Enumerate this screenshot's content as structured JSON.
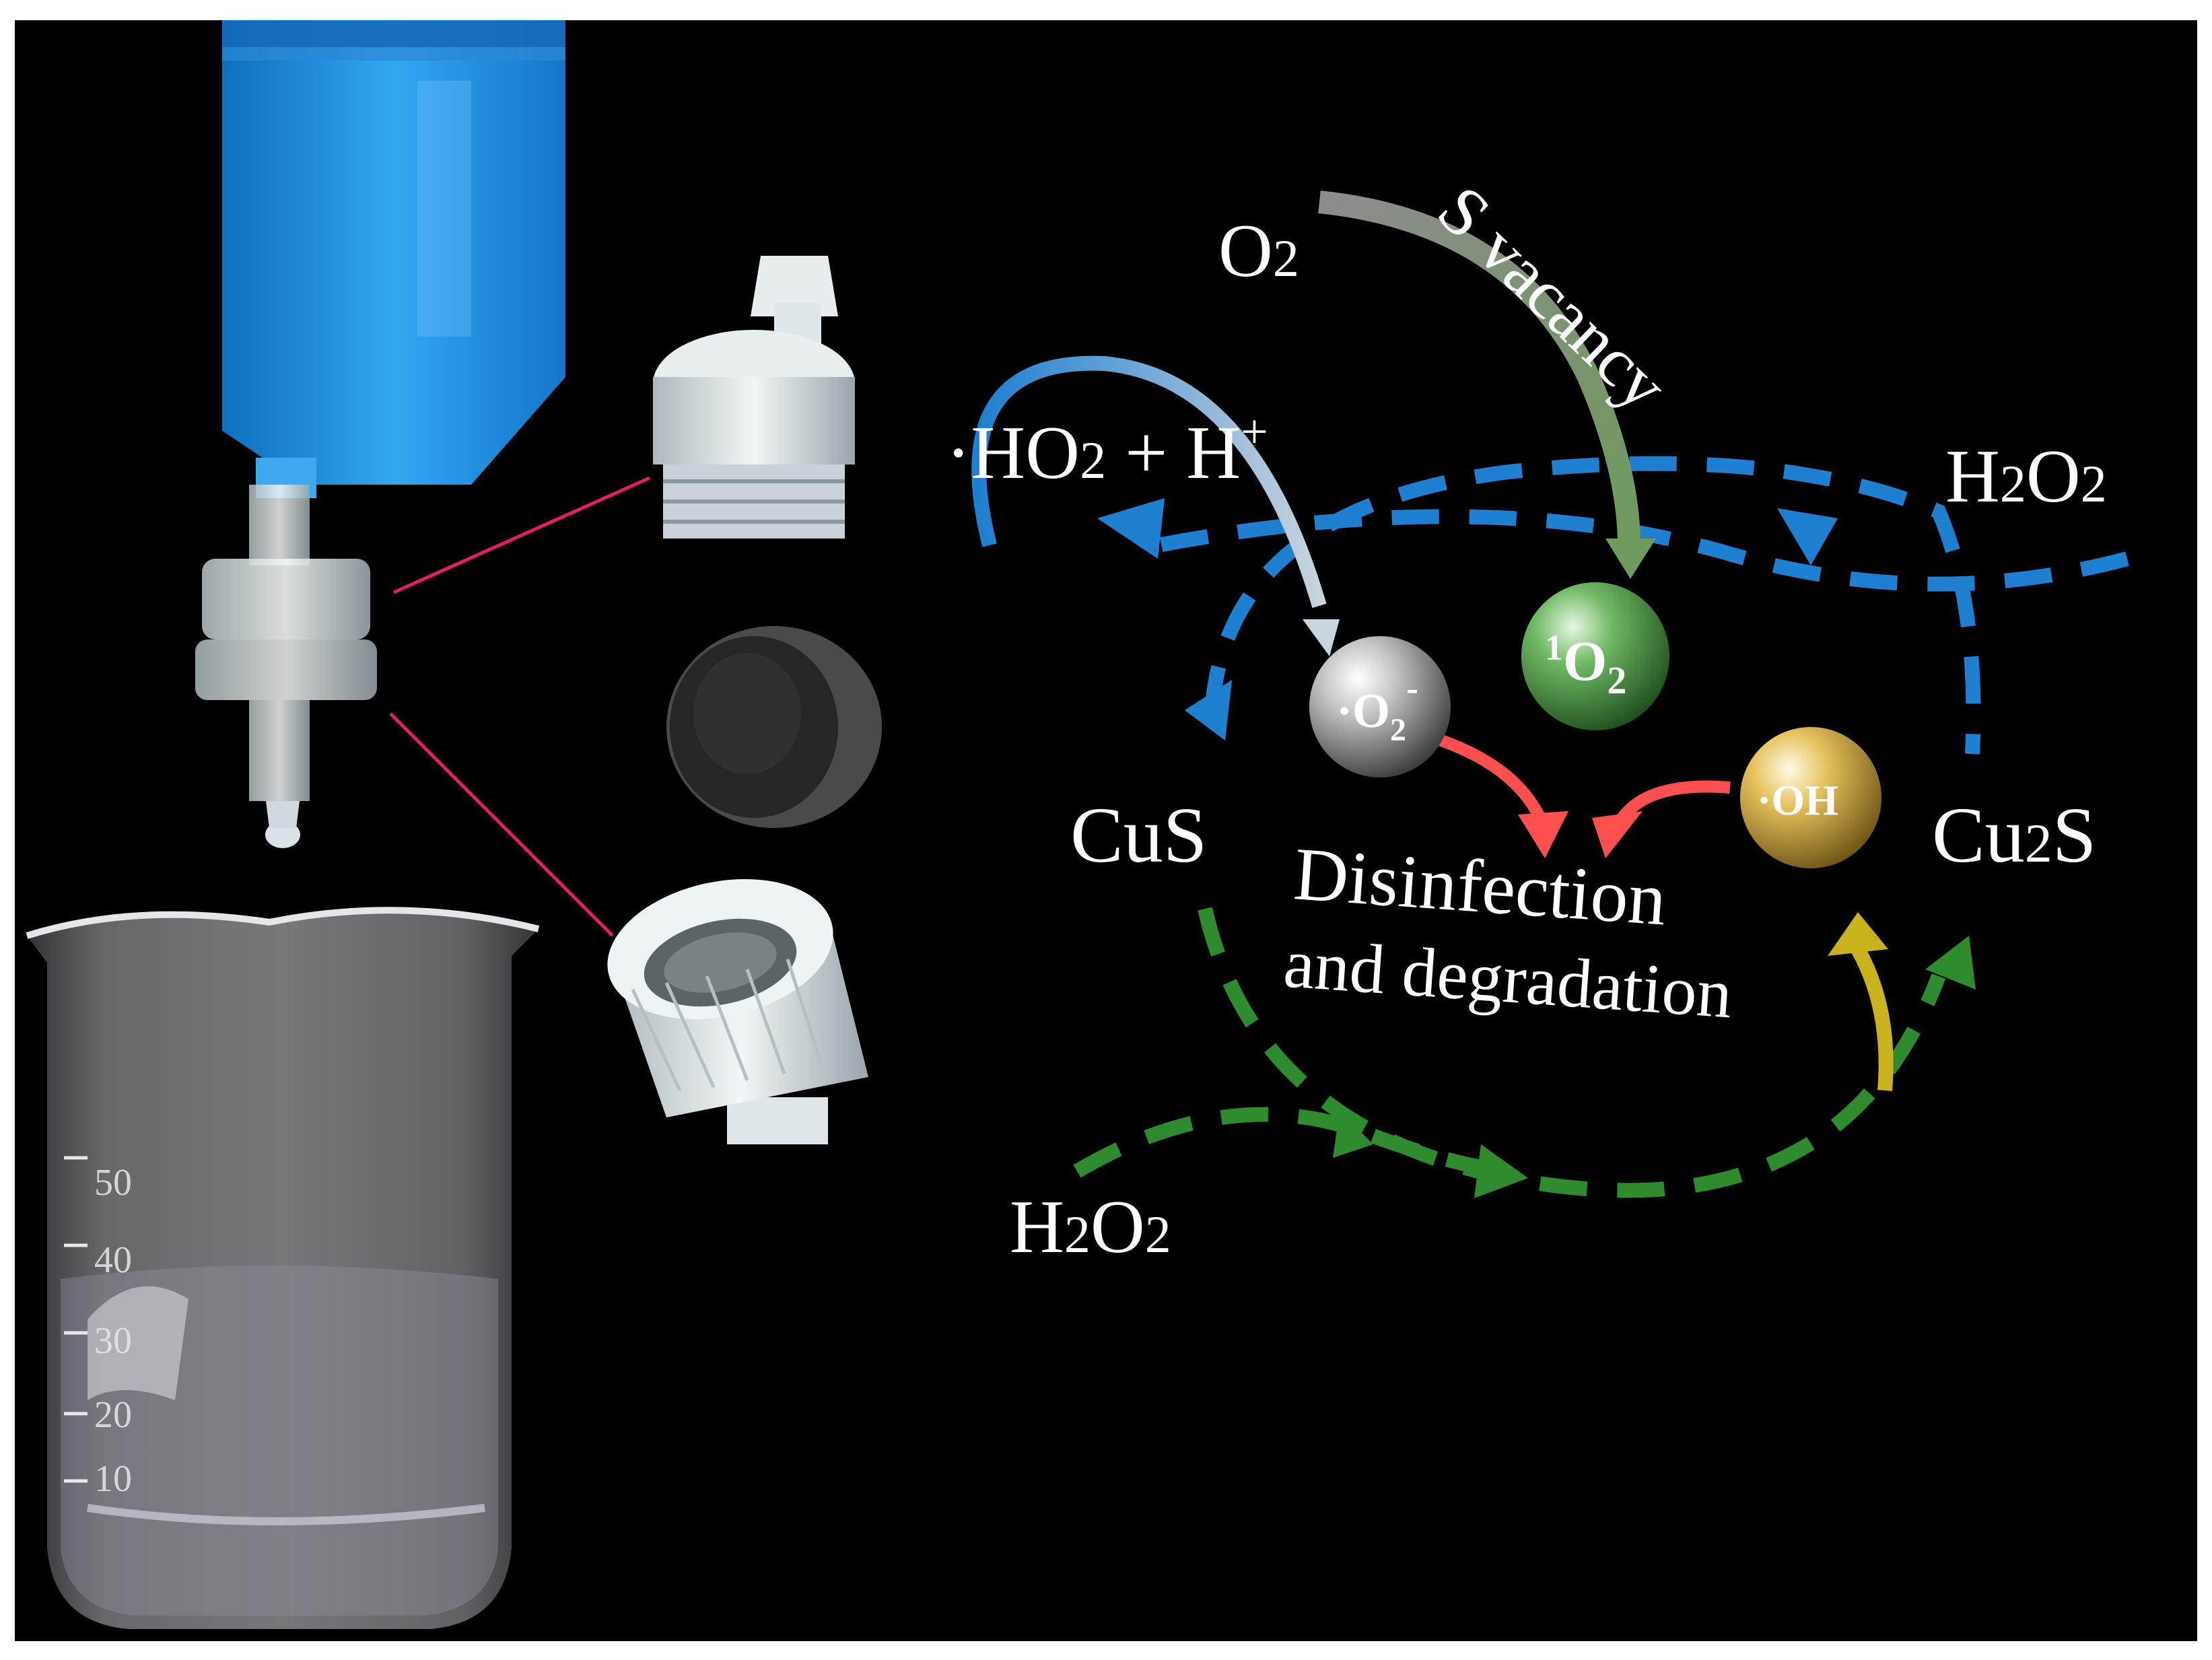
{
  "colors": {
    "background": "#000000",
    "border": "#ffffff",
    "blue_cycle": "#1f7fd0",
    "green_cycle": "#2e8b2e",
    "red_arrow": "#ff4f4f",
    "yellow_arrow": "#c9b21c",
    "o2_arrow": "#7f8f74",
    "ho2_arrow": "#8fb4d8",
    "connector_lines": "#e01e6a",
    "solution_blue": "#1e90e6"
  },
  "labels": {
    "o2": "O",
    "o2_sub": "2",
    "s_vacancy": "S vacancy",
    "ho2_pre": "·HO",
    "ho2_sub": "2",
    "ho2_post": " + H",
    "ho2_sup": "+",
    "h2o2_top_pre": "H",
    "h2o2_top_sub1": "2",
    "h2o2_top_mid": "O",
    "h2o2_top_sub2": "2",
    "cus": "CuS",
    "cu2s_pre": "Cu",
    "cu2s_sub": "2",
    "cu2s_post": "S",
    "disinfection_line1": "Disinfection",
    "disinfection_line2": "and degradation",
    "h2o2_bottom_pre": "H",
    "h2o2_bottom_sub1": "2",
    "h2o2_bottom_mid": "O",
    "h2o2_bottom_sub2": "2"
  },
  "species": {
    "superoxide": {
      "pre": "·O",
      "sub": "2",
      "sup": "-",
      "color": "#9a9a9a",
      "icon": "superoxide-sphere"
    },
    "singlet_oxygen": {
      "sup": "1",
      "main": "O",
      "sub": "2",
      "color": "#5fa85a",
      "icon": "singlet-oxygen-sphere"
    },
    "hydroxyl": {
      "text": "·OH",
      "color": "#d9b44a",
      "icon": "hydroxyl-sphere"
    }
  },
  "photo": {
    "beaker_marks": [
      "50",
      "40",
      "30",
      "20",
      "10"
    ],
    "components": [
      "syringe-icon",
      "filter-housing-icon",
      "upper-cap-icon",
      "catalyst-disc-icon",
      "lower-cap-icon",
      "beaker-icon"
    ]
  }
}
